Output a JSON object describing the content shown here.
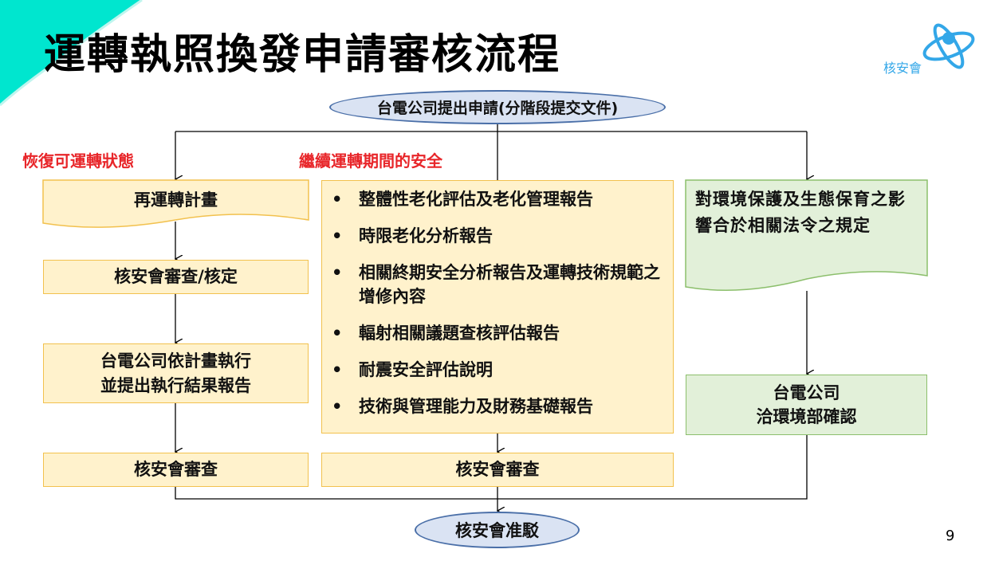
{
  "title": "運轉執照換發申請審核流程",
  "logo_text": "核安會",
  "start": "台電公司提出申請(分階段提交文件)",
  "left": {
    "heading": "恢復可運轉狀態",
    "steps": [
      "再運轉計畫",
      "核安會審查/核定",
      "台電公司依計畫執行",
      "並提出執行結果報告",
      "核安會審查"
    ]
  },
  "center": {
    "heading": "繼續運轉期間的安全",
    "items": [
      "整體性老化評估及老化管理報告",
      "時限老化分析報告",
      "相關終期安全分析報告及運轉技術規範之增修內容",
      "輻射相關議題查核評估報告",
      "耐震安全評估說明",
      "技術與管理能力及財務基礎報告"
    ],
    "review": "核安會審查"
  },
  "right": {
    "doc": "對環境保護及生態保育之影響合於相關法令之規定",
    "confirm_line1": "台電公司",
    "confirm_line2": "洽環境部確認"
  },
  "end": "核安會准駁",
  "page_number": "9",
  "colors": {
    "teal": "#00e6cf",
    "red": "#e8262a",
    "yellow": "#fff2cc",
    "green": "#e2f0d9",
    "blue": "#dae3f3"
  }
}
